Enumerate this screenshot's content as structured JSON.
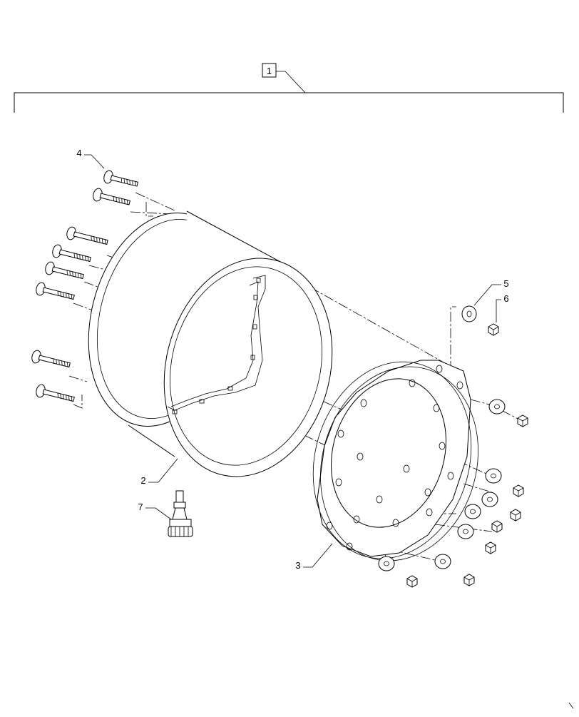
{
  "diagram": {
    "assembly_label": "1",
    "callouts": {
      "rim": "2",
      "disc": "3",
      "bolt": "4",
      "washer": "5",
      "nut": "6",
      "valve": "7"
    }
  }
}
